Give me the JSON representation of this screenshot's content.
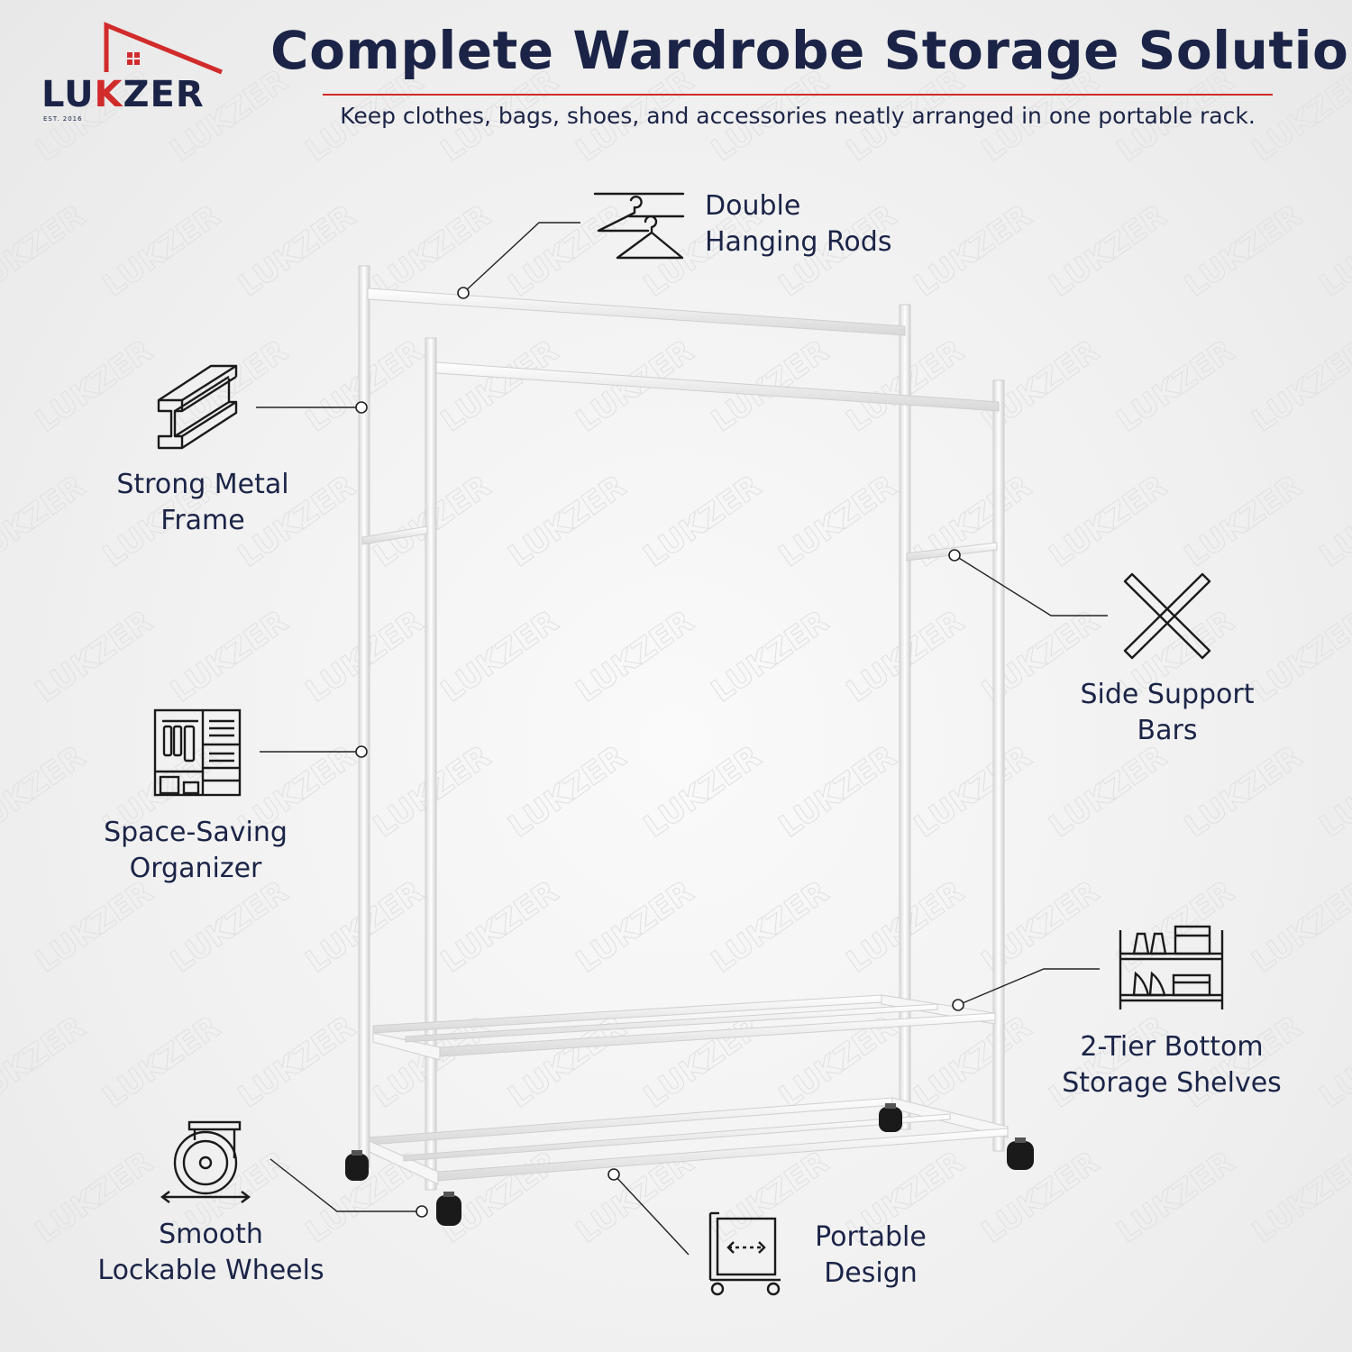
{
  "brand": {
    "name_prefix": "LU",
    "name_accent": "K",
    "name_suffix": "ZER",
    "established": "EST. 2016",
    "watermark": "LUKZER",
    "roof_color": "#d12b2b",
    "text_color": "#1b2447"
  },
  "header": {
    "title": "Complete Wardrobe Storage Solution",
    "subtitle": "Keep clothes, bags, shoes, and accessories neatly arranged in one portable rack."
  },
  "features": [
    {
      "icon": "hanger-icon",
      "line1": "Double",
      "line2": "Hanging Rods"
    },
    {
      "icon": "i-beam-icon",
      "line1": "Strong Metal",
      "line2": "Frame"
    },
    {
      "icon": "wardrobe-icon",
      "line1": "Space-Saving",
      "line2": "Organizer"
    },
    {
      "icon": "crossed-bars-icon",
      "line1": "Side Support",
      "line2": "Bars"
    },
    {
      "icon": "shoe-shelf-icon",
      "line1": "2-Tier Bottom",
      "line2": "Storage Shelves"
    },
    {
      "icon": "caster-wheel-icon",
      "line1": "Smooth",
      "line2": "Lockable Wheels"
    },
    {
      "icon": "trolley-icon",
      "line1": "Portable",
      "line2": "Design"
    }
  ]
}
